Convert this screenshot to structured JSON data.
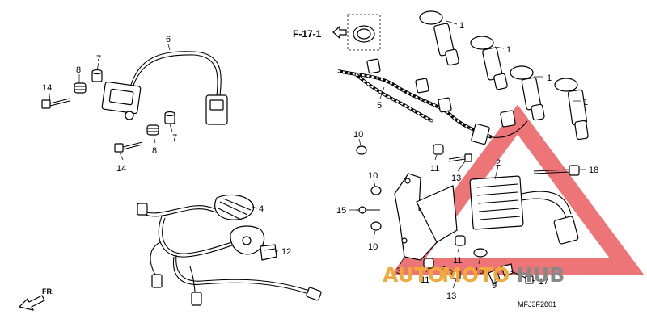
{
  "diagram": {
    "ref_label": "F-17-1",
    "front_label": "FR.",
    "code": "MFJ3F2801",
    "watermark": {
      "part_a": "AUTO",
      "part_b": "MOTO",
      "part_c": "HUB",
      "color_a": "#f2a93b",
      "color_b": "#888888",
      "triangle_color": "#e8474a"
    },
    "callouts": [
      "1",
      "1",
      "1",
      "1",
      "2",
      "3",
      "4",
      "5",
      "6",
      "7",
      "7",
      "8",
      "8",
      "9",
      "10",
      "10",
      "10",
      "11",
      "11",
      "11",
      "12",
      "13",
      "13",
      "14",
      "14",
      "15",
      "16",
      "17",
      "18"
    ]
  }
}
